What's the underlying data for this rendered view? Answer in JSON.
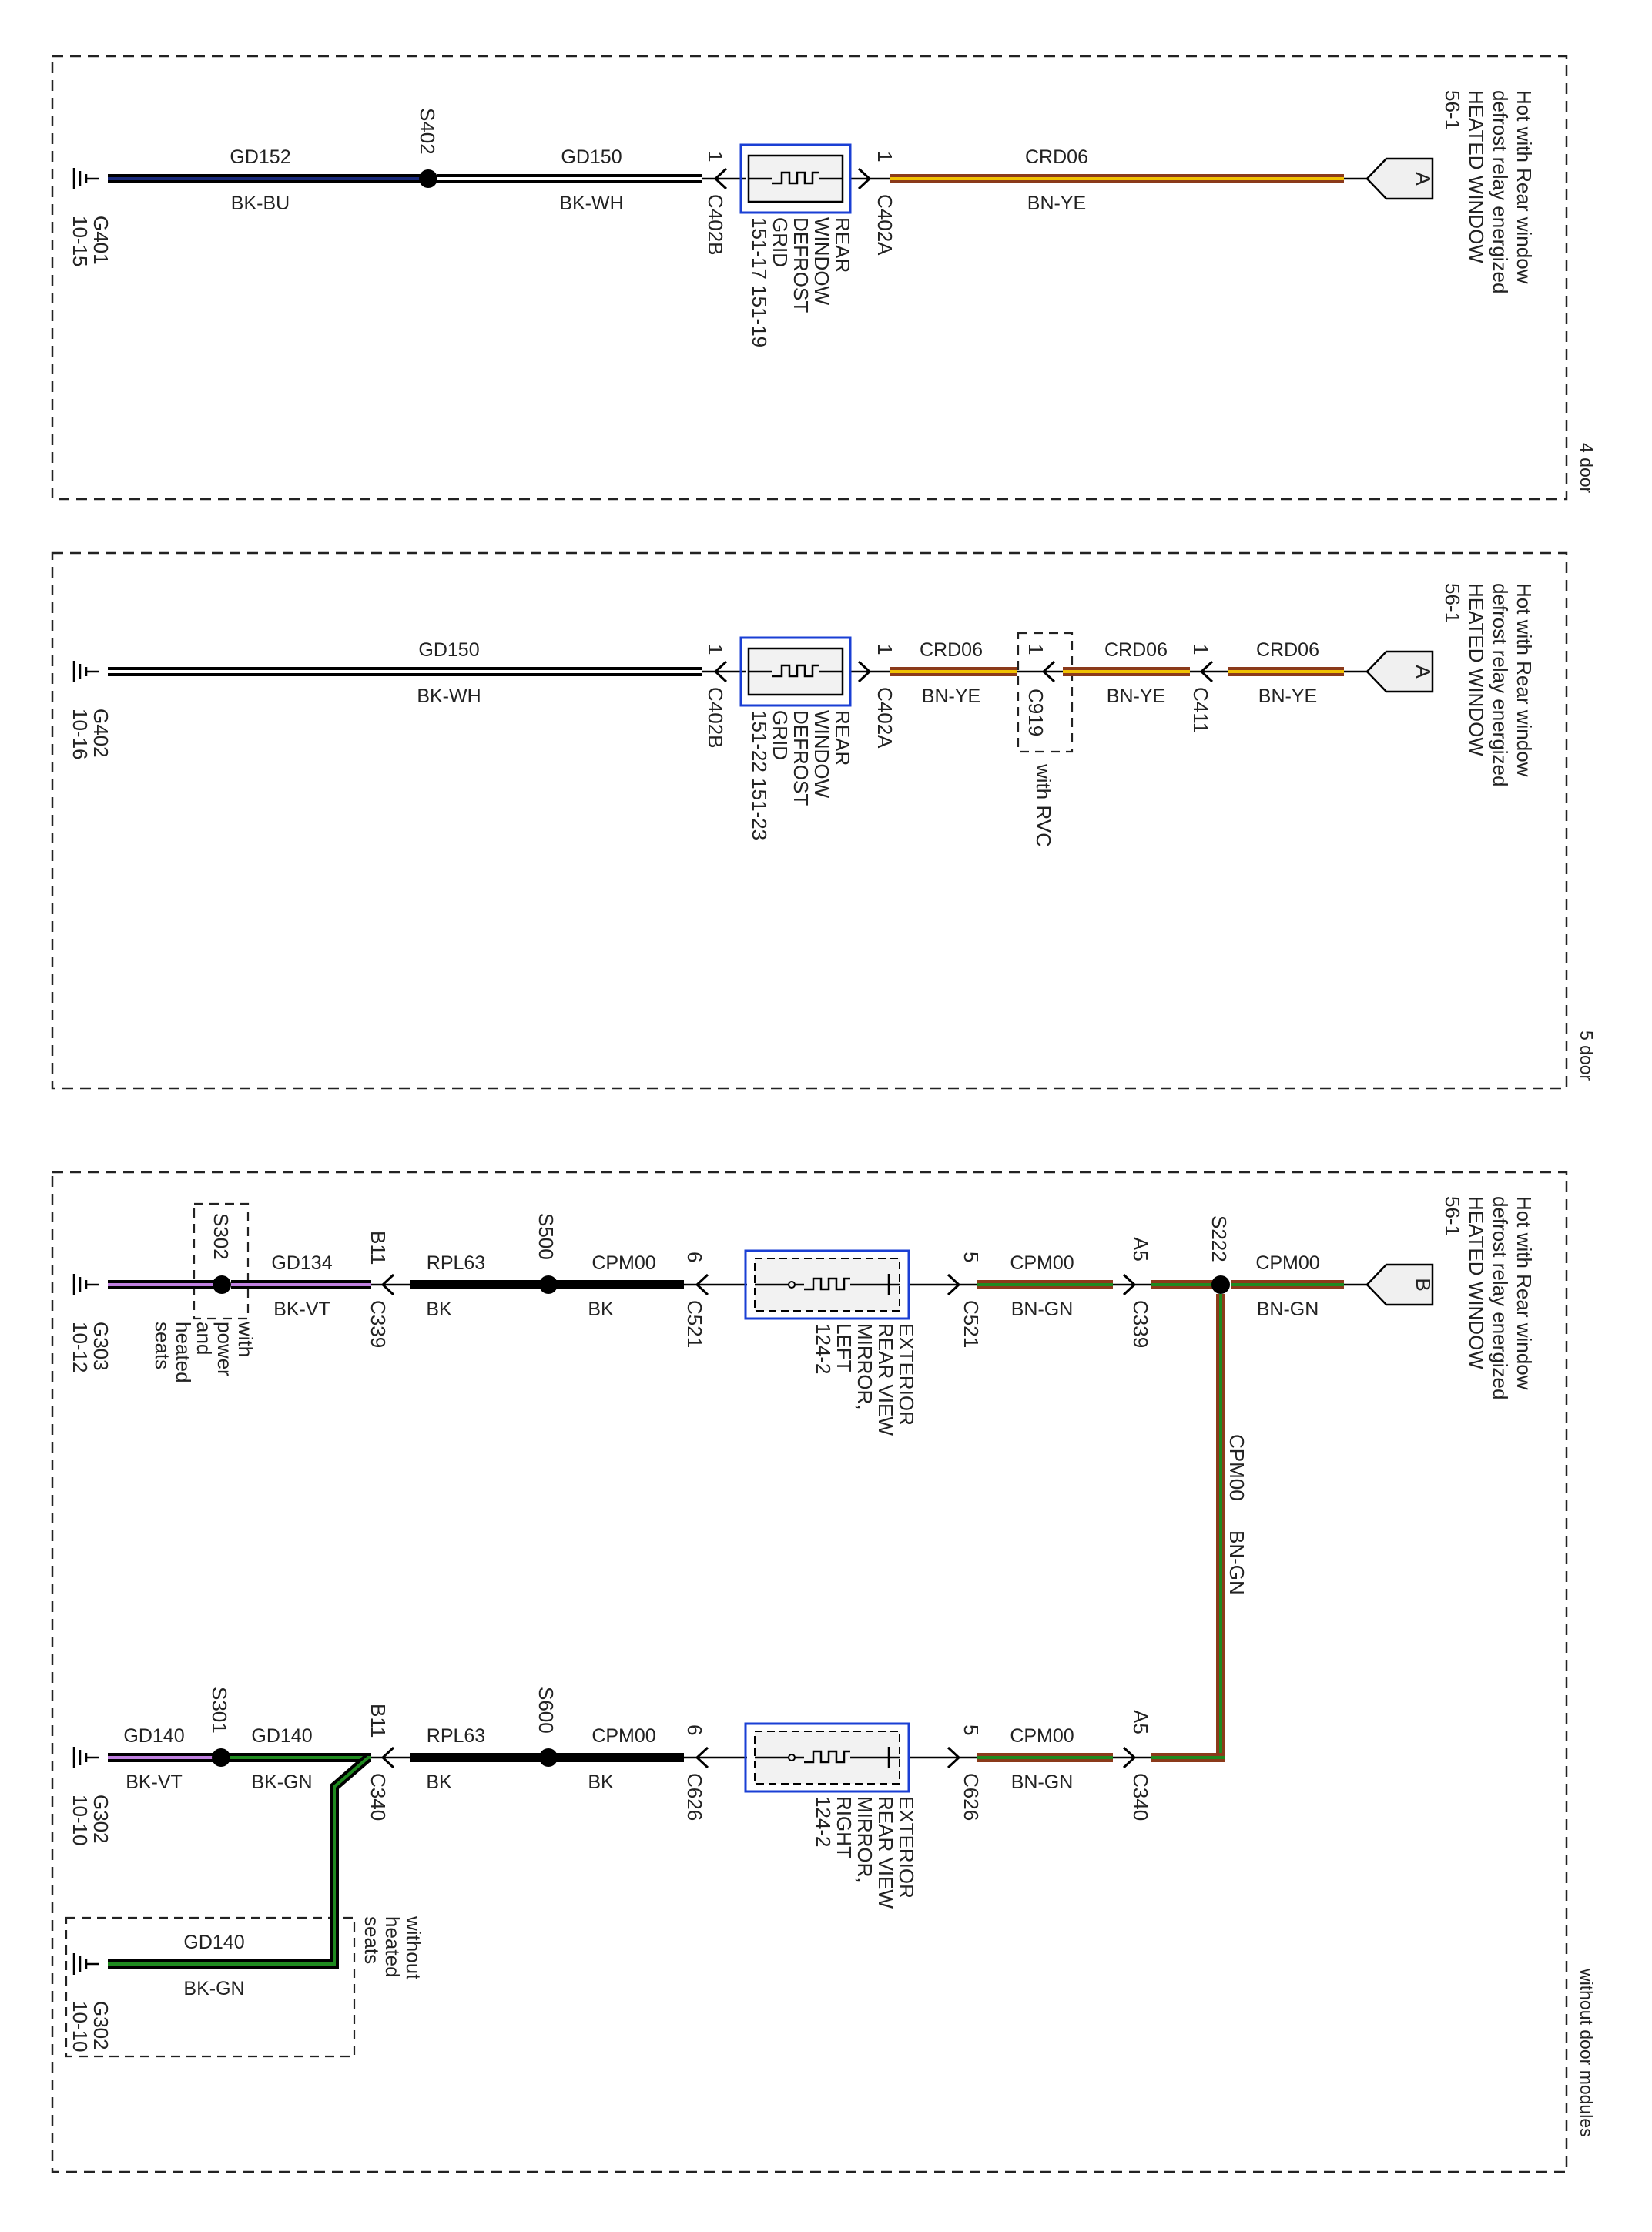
{
  "colors": {
    "BK": "#000000",
    "WH": "#ffffff",
    "BU": "#1a2a7a",
    "BN": "#8b3a1a",
    "YE": "#f0c000",
    "GN": "#1f8a1f",
    "VT": "#c080e0",
    "frame": "#222222",
    "component_border": "#1a3fd4",
    "component_fill": "#f2f2f2"
  },
  "sections": [
    {
      "id": "4door",
      "variant_label": "4 door",
      "source": {
        "letter": "A",
        "text": [
          "Hot with Rear window",
          "defrost relay energized",
          "HEATED WINDOW",
          "56-1"
        ]
      },
      "wires": [
        {
          "circuit": "GD152",
          "color": "BK-BU"
        },
        {
          "circuit": "GD150",
          "color": "BK-WH"
        },
        {
          "circuit": "CRD06",
          "color": "BN-YE"
        }
      ],
      "splice": "S402",
      "ground": {
        "name": "G401",
        "ref": "10-15"
      },
      "component": {
        "lines": [
          "REAR",
          "WINDOW",
          "DEFROST",
          "GRID"
        ],
        "refs": "151-17   151-19"
      },
      "connectors": [
        {
          "pin": "1",
          "name": "C402B"
        },
        {
          "pin": "1",
          "name": "C402A"
        }
      ]
    },
    {
      "id": "5door",
      "variant_label": "5 door",
      "source": {
        "letter": "A",
        "text": [
          "Hot with Rear window",
          "defrost relay energized",
          "HEATED WINDOW",
          "56-1"
        ]
      },
      "wires": [
        {
          "circuit": "GD150",
          "color": "BK-WH"
        },
        {
          "circuit": "CRD06",
          "color": "BN-YE"
        },
        {
          "circuit": "CRD06",
          "color": "BN-YE"
        },
        {
          "circuit": "CRD06",
          "color": "BN-YE"
        }
      ],
      "ground": {
        "name": "G402",
        "ref": "10-16"
      },
      "component": {
        "lines": [
          "REAR",
          "WINDOW",
          "DEFROST",
          "GRID"
        ],
        "refs": "151-22   151-23"
      },
      "connectors": [
        {
          "pin": "1",
          "name": "C402B"
        },
        {
          "pin": "1",
          "name": "C402A"
        },
        {
          "pin": "1",
          "name": "C919"
        },
        {
          "pin": "1",
          "name": "C411"
        }
      ],
      "option_note": "with RVC"
    },
    {
      "id": "nodoor",
      "variant_label": "without door modules",
      "source": {
        "letter": "B",
        "text": [
          "Hot with Rear window",
          "defrost relay energized",
          "HEATED WINDOW",
          "56-1"
        ]
      },
      "top": {
        "wires": [
          {
            "circuit": "GD134",
            "color": "BK-VT"
          },
          {
            "circuit": "RPL63",
            "color": "BK"
          },
          {
            "circuit": "CPM00",
            "color": "BK"
          },
          {
            "circuit": "CPM00",
            "color": "BN-GN"
          },
          {
            "circuit": "CPM00",
            "color": "BN-GN"
          }
        ],
        "splices": [
          "S302",
          "S500",
          "S222"
        ],
        "connectors": [
          {
            "pin": "B11",
            "name": "C339"
          },
          {
            "pin": "6",
            "name": "C521"
          },
          {
            "pin": "5",
            "name": "C521"
          },
          {
            "pin": "A5",
            "name": "C339"
          }
        ],
        "component": {
          "lines": [
            "EXTERIOR",
            "REAR VIEW",
            "MIRROR,",
            "LEFT",
            "124-2"
          ]
        },
        "ground": {
          "name": "G303",
          "ref": "10-12"
        },
        "option_note": [
          "with",
          "power",
          "and",
          "heated",
          "seats"
        ]
      },
      "vertical_wire": {
        "circuit": "CPM00",
        "color": "BN-GN"
      },
      "bottom": {
        "wires": [
          {
            "circuit": "GD140",
            "color": "BK-VT"
          },
          {
            "circuit": "GD140",
            "color": "BK-GN"
          },
          {
            "circuit": "RPL63",
            "color": "BK"
          },
          {
            "circuit": "CPM00",
            "color": "BK"
          },
          {
            "circuit": "CPM00",
            "color": "BN-GN"
          }
        ],
        "splices": [
          "S301",
          "S600"
        ],
        "connectors": [
          {
            "pin": "B11",
            "name": "C340"
          },
          {
            "pin": "6",
            "name": "C626"
          },
          {
            "pin": "5",
            "name": "C626"
          },
          {
            "pin": "A5",
            "name": "C340"
          }
        ],
        "component": {
          "lines": [
            "EXTERIOR",
            "REAR VIEW",
            "MIRROR,",
            "RIGHT",
            "124-2"
          ]
        },
        "ground": {
          "name": "G302",
          "ref": "10-10"
        }
      },
      "alt": {
        "wire": {
          "circuit": "GD140",
          "color": "BK-GN"
        },
        "ground": {
          "name": "G302",
          "ref": "10-10"
        },
        "option_note": [
          "without",
          "heated",
          "seats"
        ]
      }
    }
  ]
}
